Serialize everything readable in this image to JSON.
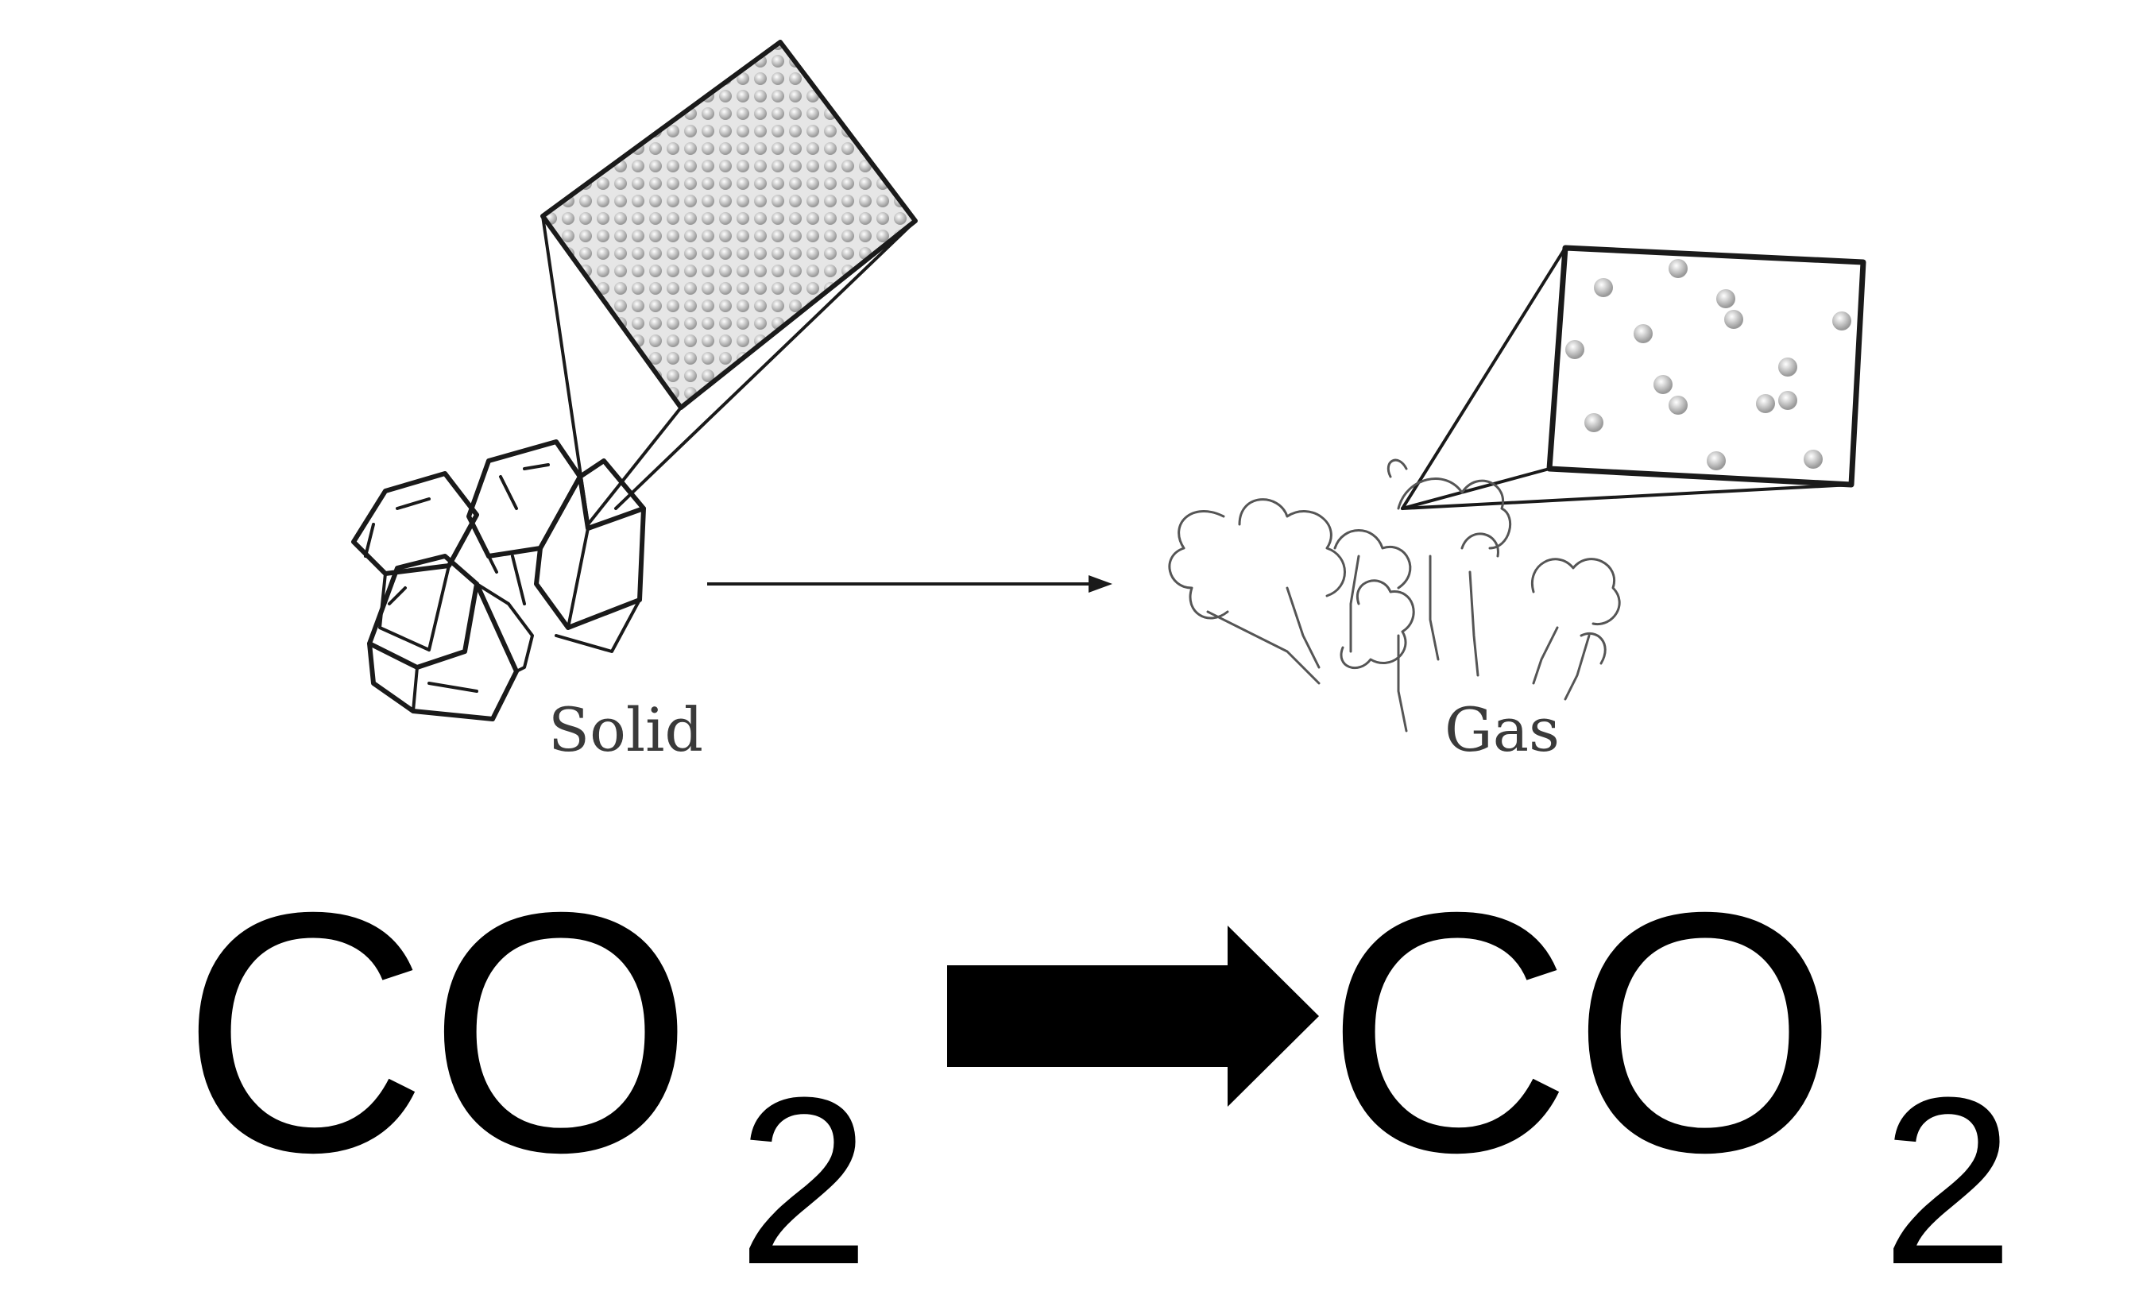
{
  "labels": {
    "solid": "Solid",
    "gas": "Gas"
  },
  "equation": {
    "left": {
      "symbol": "CO",
      "subscript": "2"
    },
    "right": {
      "symbol": "CO",
      "subscript": "2"
    }
  },
  "colors": {
    "ink": "#000000",
    "sketch": "#1a1a1a",
    "particle_fill": "#bdbdbd",
    "lattice_background": "#d9d9d9"
  },
  "icons": {
    "solid_block": "ice-cube-cluster-icon",
    "gas_cloud": "gas-cloud-icon",
    "reaction_arrow": "arrow-right-icon"
  }
}
